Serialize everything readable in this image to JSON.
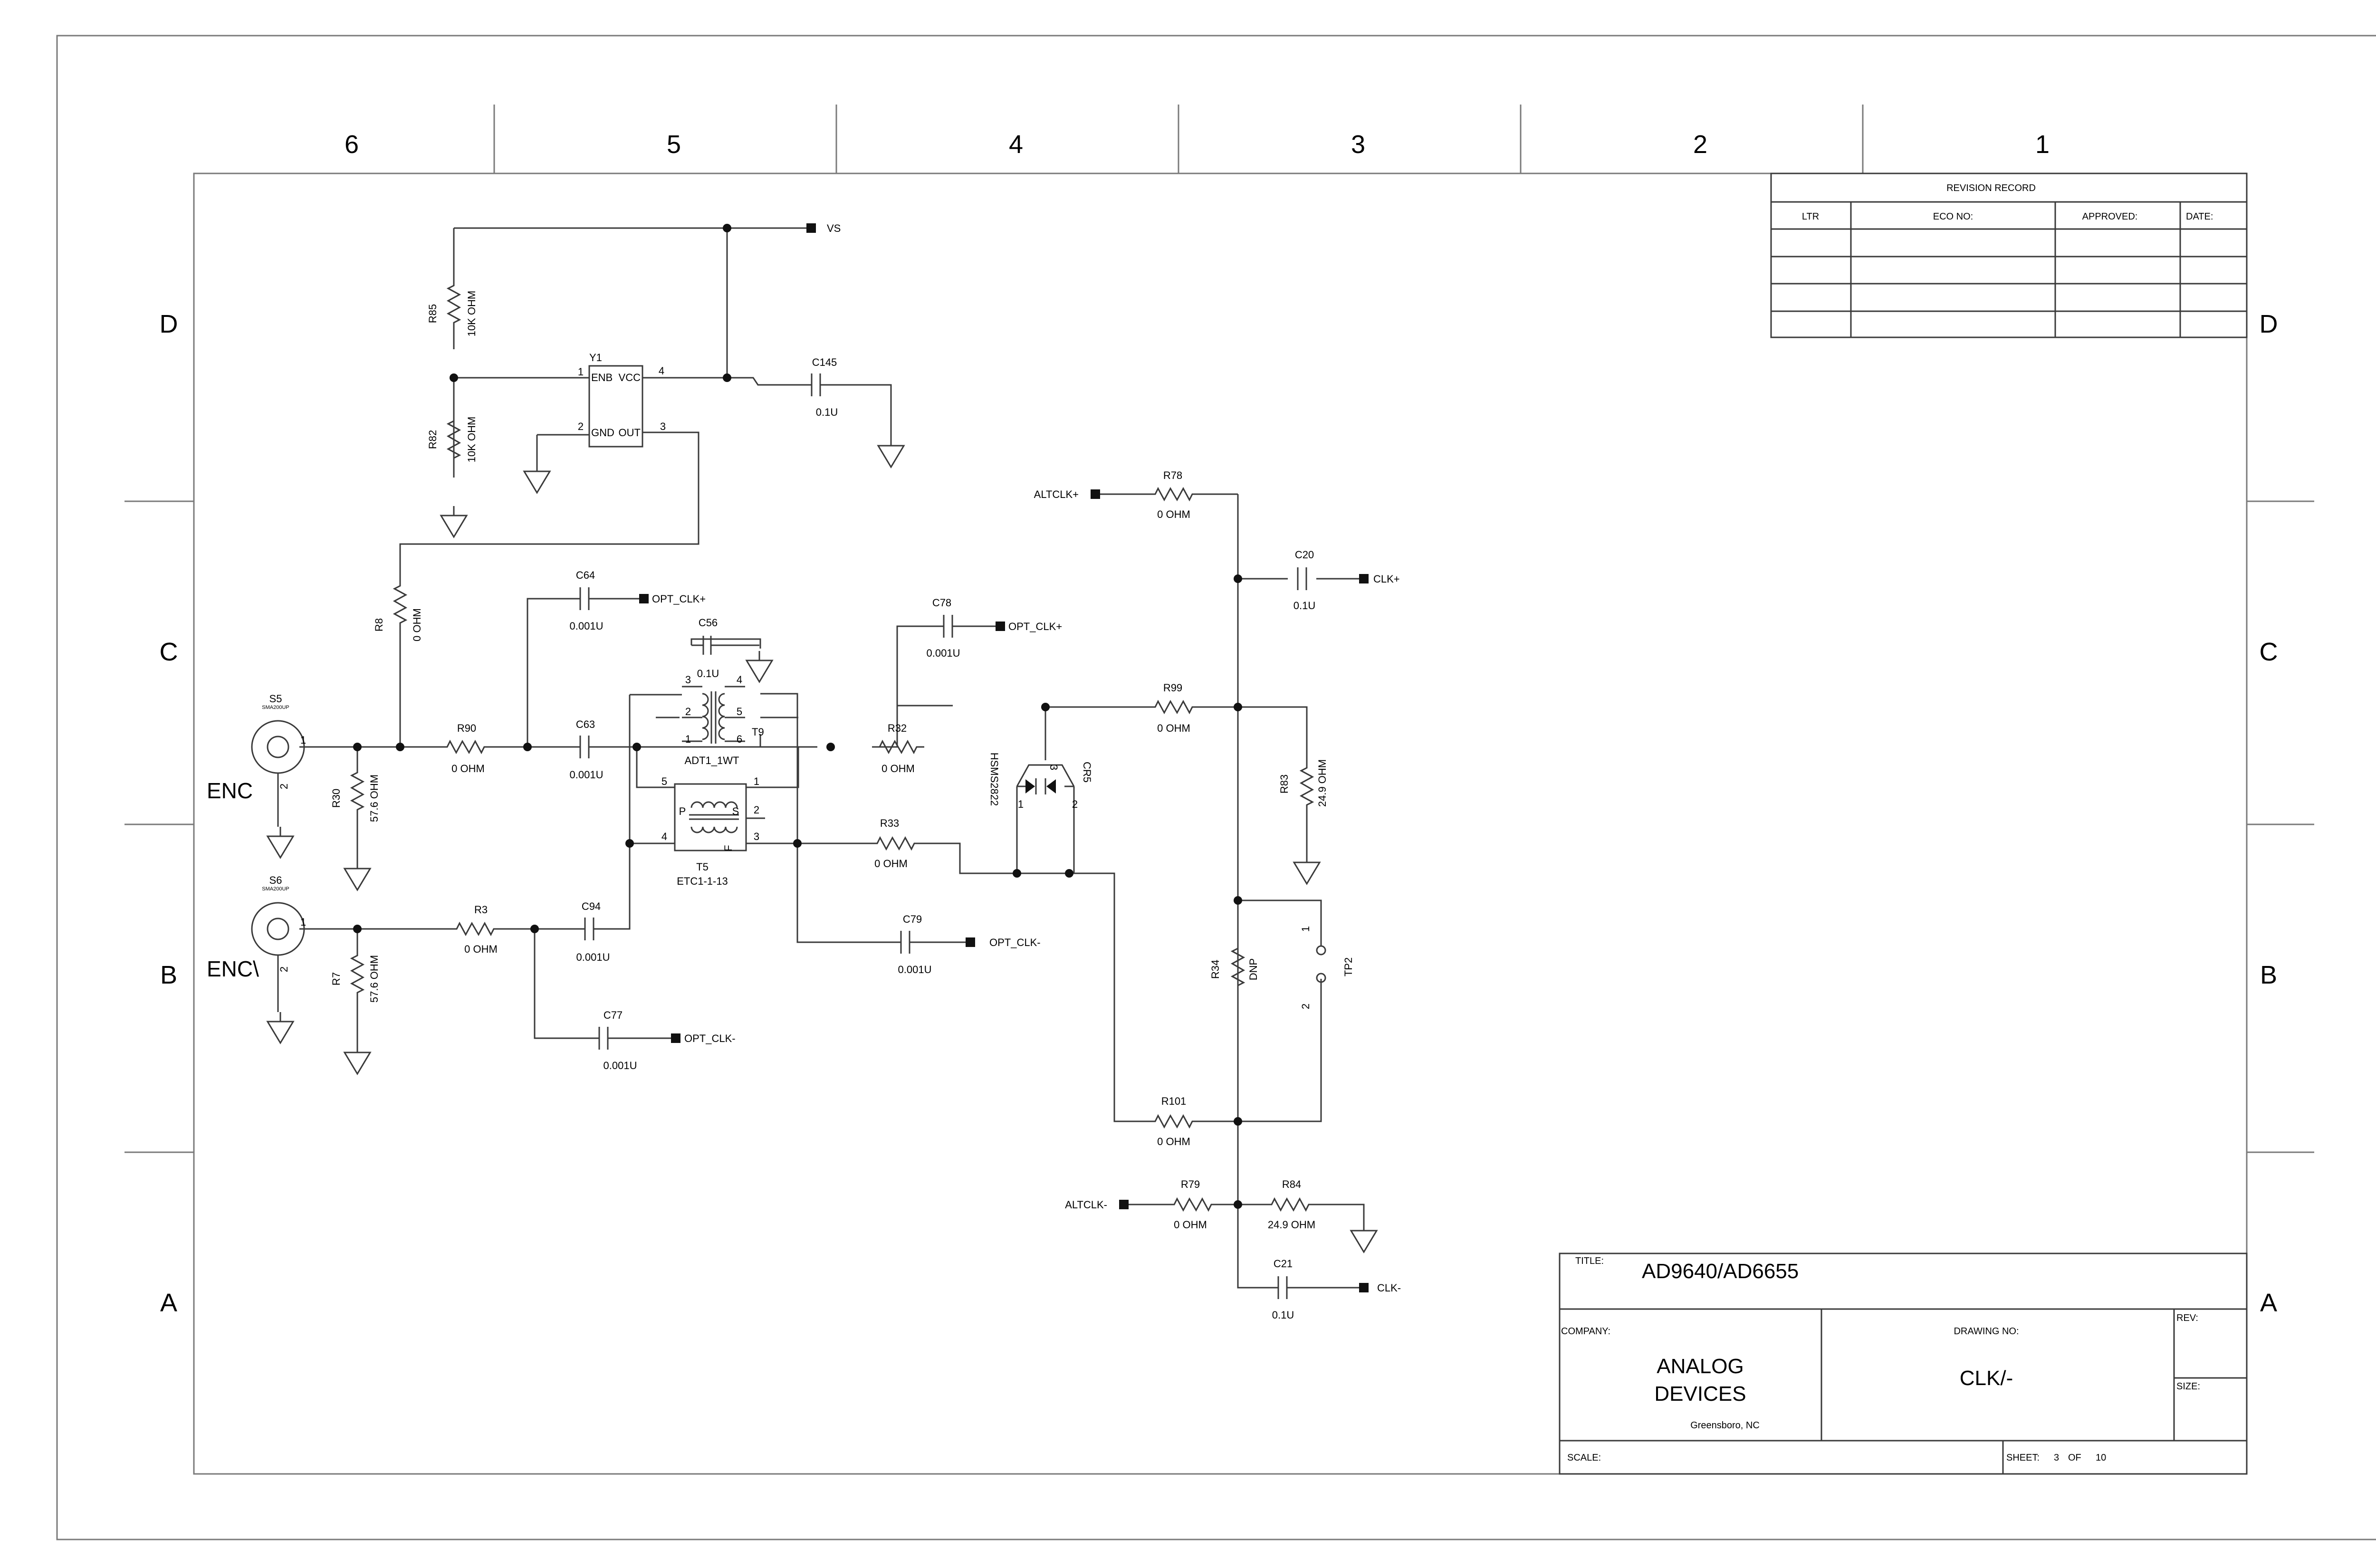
{
  "sheet": {
    "zones_top": [
      "6",
      "5",
      "4",
      "3",
      "2",
      "1"
    ],
    "zones_side": [
      "D",
      "C",
      "B",
      "A"
    ],
    "revision": {
      "header": "REVISION RECORD",
      "col_ltr": "LTR",
      "col_eco": "ECO NO:",
      "col_approved": "APPROVED:",
      "col_date": "DATE:"
    },
    "titleblock": {
      "title_label": "TITLE:",
      "title": "AD9640/AD6655",
      "company_label": "COMPANY:",
      "company_line1": "ANALOG",
      "company_line2": "DEVICES",
      "location": "Greensboro, NC",
      "drawing_label": "DRAWING NO:",
      "drawing_no": "CLK/-",
      "rev_label": "REV:",
      "size_label": "SIZE:",
      "scale_label": "SCALE:",
      "sheet_label": "SHEET:",
      "sheet_no": "3",
      "of_label": "OF",
      "sheet_total": "10"
    }
  },
  "parts": {
    "R85": {
      "ref": "R85",
      "val": "10K OHM"
    },
    "R82": {
      "ref": "R82",
      "val": "10K OHM"
    },
    "Y1": {
      "ref": "Y1",
      "enb": "ENB",
      "vcc": "VCC",
      "gnd": "GND",
      "out": "OUT",
      "p1": "1",
      "p2": "2",
      "p3": "3",
      "p4": "4"
    },
    "C145": {
      "ref": "C145",
      "val": "0.1U"
    },
    "R8": {
      "ref": "R8",
      "val": "0 OHM"
    },
    "C64": {
      "ref": "C64",
      "val": "0.001U"
    },
    "C56": {
      "ref": "C56",
      "val": "0.1U"
    },
    "C78": {
      "ref": "C78",
      "val": "0.001U"
    },
    "R90": {
      "ref": "R90",
      "val": "0 OHM"
    },
    "C63": {
      "ref": "C63",
      "val": "0.001U"
    },
    "T9": {
      "ref": "T9",
      "part": "ADT1_1WT",
      "p1": "1",
      "p2": "2",
      "p3": "3",
      "p4": "4",
      "p5": "5",
      "p6": "6"
    },
    "T5": {
      "ref": "T5",
      "part": "ETC1-1-13",
      "p1": "1",
      "p2": "2",
      "p3": "3",
      "p4": "4",
      "p5": "5",
      "pp": "P",
      "ps": "S",
      "pf": "F"
    },
    "R32": {
      "ref": "R32",
      "val": "0 OHM"
    },
    "R33": {
      "ref": "R33",
      "val": "0 OHM"
    },
    "CR5": {
      "ref": "CR5",
      "part": "HSMS2822",
      "p1": "1",
      "p2": "2",
      "p3": "3"
    },
    "S5": {
      "ref": "S5",
      "sub": "SMA200UP",
      "p1": "1",
      "p2": "2",
      "name": "ENC"
    },
    "S6": {
      "ref": "S6",
      "sub": "SMA200UP",
      "p1": "1",
      "p2": "2",
      "name": "ENC\\"
    },
    "R30": {
      "ref": "R30",
      "val": "57.6 OHM"
    },
    "R7": {
      "ref": "R7",
      "val": "57.6 OHM"
    },
    "R3": {
      "ref": "R3",
      "val": "0 OHM"
    },
    "C94": {
      "ref": "C94",
      "val": "0.001U"
    },
    "C79": {
      "ref": "C79",
      "val": "0.001U"
    },
    "C77": {
      "ref": "C77",
      "val": "0.001U"
    },
    "R78": {
      "ref": "R78",
      "val": "0 OHM"
    },
    "C20": {
      "ref": "C20",
      "val": "0.1U"
    },
    "R99": {
      "ref": "R99",
      "val": "0 OHM"
    },
    "R83": {
      "ref": "R83",
      "val": "24.9 OHM"
    },
    "R34": {
      "ref": "R34",
      "val": "DNP"
    },
    "TP2": {
      "ref": "TP2",
      "p1": "1",
      "p2": "2"
    },
    "R101": {
      "ref": "R101",
      "val": "0 OHM"
    },
    "R79": {
      "ref": "R79",
      "val": "0 OHM"
    },
    "R84": {
      "ref": "R84",
      "val": "24.9 OHM"
    },
    "C21": {
      "ref": "C21",
      "val": "0.1U"
    }
  },
  "nets": {
    "vs": "VS",
    "opt_clk_p1": "OPT_CLK+",
    "opt_clk_p2": "OPT_CLK+",
    "opt_clk_m1": "OPT_CLK-",
    "opt_clk_m2": "OPT_CLK-",
    "altclk_p": "ALTCLK+",
    "altclk_m": "ALTCLK-",
    "clk_p": "CLK+",
    "clk_m": "CLK-"
  }
}
